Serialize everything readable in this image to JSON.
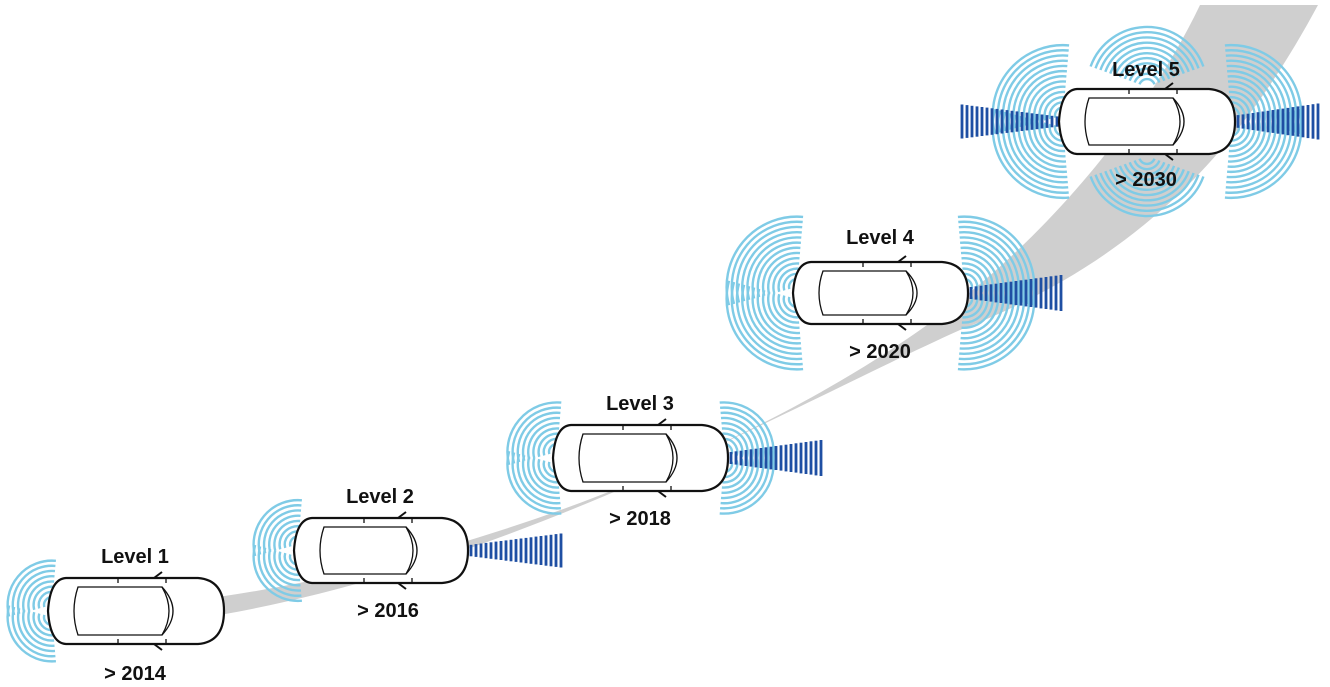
{
  "colors": {
    "band": "#cfcfcf",
    "radar_wave": "#7fcbe6",
    "lidar": "#1f4fa3",
    "car_fill": "#ffffff",
    "car_stroke": "#111111",
    "text": "#111111"
  },
  "levels": [
    {
      "label": "Level 1",
      "year": "> 2014",
      "sensors": {
        "rear_arcs": true,
        "front_arcs": false,
        "front_beam": false,
        "rear_beam": false
      }
    },
    {
      "label": "Level 2",
      "year": "> 2016",
      "sensors": {
        "rear_arcs": true,
        "front_arcs": false,
        "front_beam": true,
        "rear_beam": false
      }
    },
    {
      "label": "Level 3",
      "year": "> 2018",
      "sensors": {
        "rear_arcs": true,
        "front_arcs": true,
        "front_beam": true,
        "rear_beam": false
      }
    },
    {
      "label": "Level 4",
      "year": "> 2020",
      "sensors": {
        "rear_arcs": true,
        "front_arcs": true,
        "front_beam": true,
        "rear_beam": false
      }
    },
    {
      "label": "Level 5",
      "year": "> 2030",
      "sensors": {
        "rear_arcs": true,
        "front_arcs": true,
        "front_beam": true,
        "rear_beam": true,
        "mid_arcs": true
      }
    }
  ]
}
